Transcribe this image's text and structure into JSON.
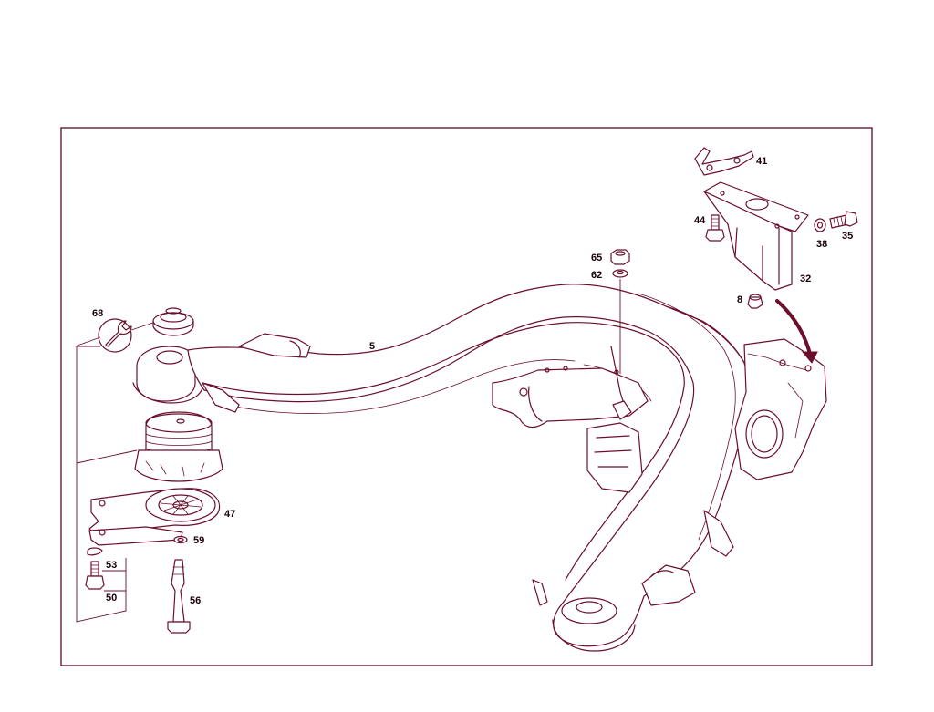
{
  "diagram": {
    "colors": {
      "line": "#6b0f2a",
      "frame": "#5a0a22",
      "text": "#1a0008",
      "background": "#ffffff"
    },
    "callouts": [
      {
        "id": "c41",
        "text": "41"
      },
      {
        "id": "c44",
        "text": "44"
      },
      {
        "id": "c38",
        "text": "38"
      },
      {
        "id": "c35",
        "text": "35"
      },
      {
        "id": "c32",
        "text": "32"
      },
      {
        "id": "c8",
        "text": "8"
      },
      {
        "id": "c65",
        "text": "65"
      },
      {
        "id": "c62",
        "text": "62"
      },
      {
        "id": "c68",
        "text": "68"
      },
      {
        "id": "c5",
        "text": "5"
      },
      {
        "id": "c47",
        "text": "47"
      },
      {
        "id": "c59",
        "text": "59"
      },
      {
        "id": "c53",
        "text": "53"
      },
      {
        "id": "c50",
        "text": "50"
      },
      {
        "id": "c56",
        "text": "56"
      }
    ]
  }
}
